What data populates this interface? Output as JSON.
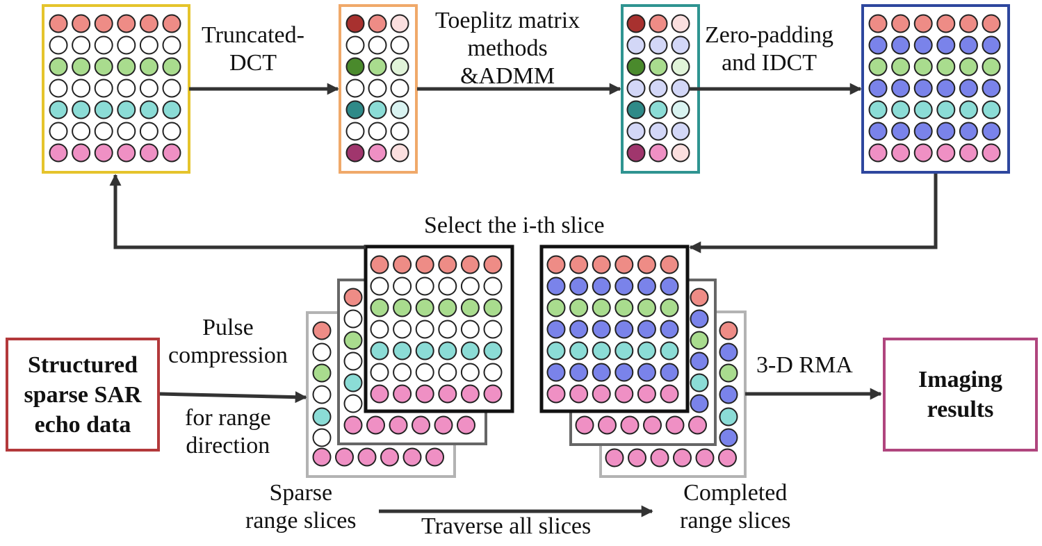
{
  "labels": {
    "truncated_dct": [
      "Truncated-",
      "DCT"
    ],
    "toeplitz": [
      "Toeplitz matrix",
      "methods",
      "&ADMM"
    ],
    "zero_padding": [
      "Zero-padding",
      "and IDCT"
    ],
    "select_slice": "Select the i-th slice",
    "pulse_compression": [
      "Pulse",
      "compression"
    ],
    "range_direction": [
      "for range",
      "direction"
    ],
    "sparse_slices": [
      "Sparse",
      "range slices"
    ],
    "traverse": "Traverse all slices",
    "completed_slices": [
      "Completed",
      "range slices"
    ],
    "rma": "3-D RMA"
  },
  "input_box": {
    "lines": [
      "Structured",
      "sparse SAR",
      "echo data"
    ]
  },
  "output_box": {
    "lines": [
      "Imaging",
      "results"
    ]
  },
  "colors": {
    "red": "#ee8c86",
    "green": "#a9dc8e",
    "cyan": "#8bdcd6",
    "pink": "#ef90c4",
    "blue": "#7a83ea",
    "red_dark": "#a8312f",
    "green_dark": "#4a8a2c",
    "cyan_dark": "#2f8a88",
    "pink_dark": "#a0366d",
    "lavender": "#d3d7f7",
    "red_light": "#fbdfdf",
    "green_light": "#e1f4d9",
    "cyan_light": "#d9f3f1",
    "border_yellow": "#e5c42c",
    "border_orange": "#f0a96a",
    "border_teal": "#2f9491",
    "border_navy": "#2e479e",
    "border_maroon": "#b3393b",
    "border_magenta": "#b0457e",
    "arrow": "#333333"
  }
}
